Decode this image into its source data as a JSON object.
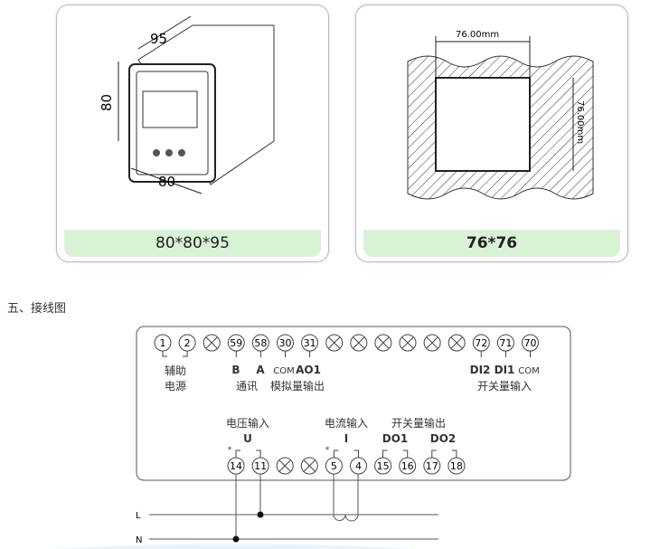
{
  "cards": [
    {
      "label": "80*80*95",
      "dims": {
        "depth": "95",
        "height": "80",
        "width": "80"
      }
    },
    {
      "label": "76*76",
      "dims": {
        "width": "76.00mm",
        "height": "76.00mm"
      }
    }
  ],
  "section_title": "五、接线图",
  "top_terminals": [
    "1",
    "2",
    "x",
    "59",
    "58",
    "30",
    "31",
    "x",
    "x",
    "x",
    "x",
    "x",
    "x",
    "72",
    "71",
    "70"
  ],
  "top_labels": {
    "aux1": "辅助",
    "aux2": "电源",
    "b": "B",
    "a": "A",
    "com1": "COM",
    "ao1": "AO1",
    "comm": "通讯",
    "analog": "模拟量输出",
    "di2": "DI2",
    "di1": "DI1",
    "com2": "COM",
    "switch_in": "开关量输入"
  },
  "bottom_terminals": [
    "14",
    "11",
    "x",
    "x",
    "5",
    "4",
    "15",
    "16",
    "17",
    "18"
  ],
  "bottom_labels": {
    "voltage": "电压输入",
    "u": "U",
    "current": "电流输入",
    "i": "I",
    "switch_out": "开关量输出",
    "do1": "DO1",
    "do2": "DO2",
    "star1": "*",
    "star2": "*"
  },
  "lines": {
    "l": "L",
    "n": "N"
  }
}
